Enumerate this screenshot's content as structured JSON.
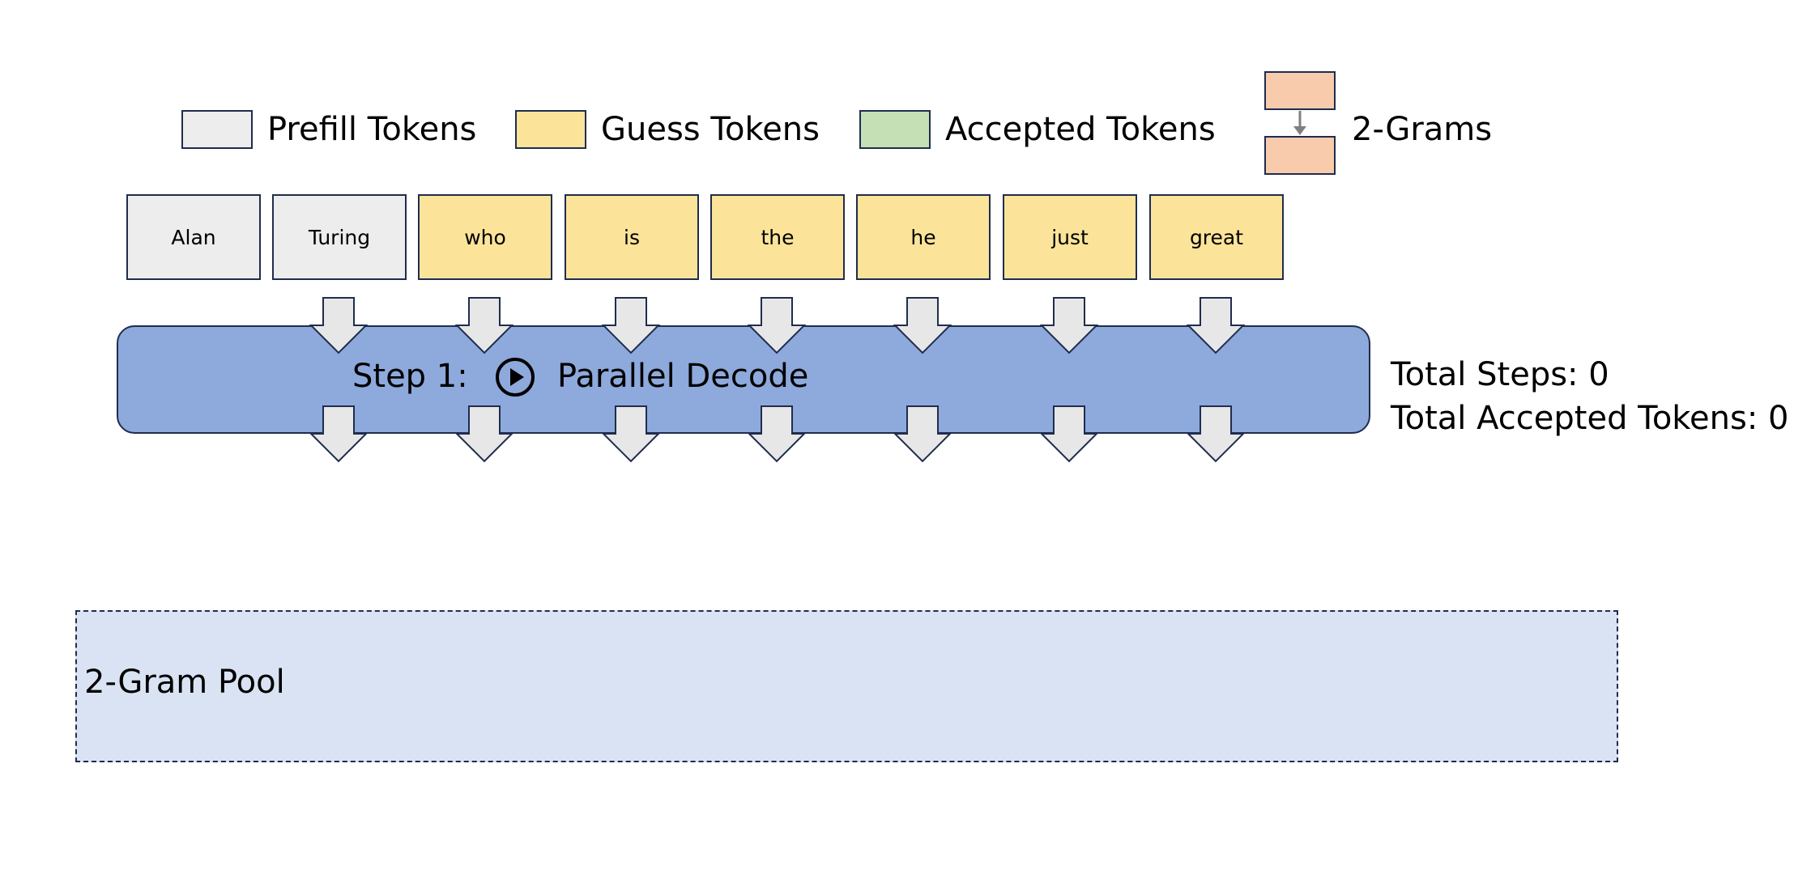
{
  "legend": {
    "prefill_label": "Prefill Tokens",
    "guess_label": "Guess Tokens",
    "accepted_label": "Accepted Tokens",
    "twogram_label": "2-Grams"
  },
  "colors": {
    "prefill": "#ededed",
    "guess": "#fbe49a",
    "accepted": "#c5e0b4",
    "twogram": "#f8cbad",
    "step_bar": "#8ea9db",
    "pool": "#dae3f3",
    "border": "#1f2d4d",
    "arrow_fill": "#e7e7e7"
  },
  "tokens": [
    {
      "text": "Alan",
      "kind": "prefill"
    },
    {
      "text": "Turing",
      "kind": "prefill"
    },
    {
      "text": "who",
      "kind": "guess"
    },
    {
      "text": "is",
      "kind": "guess"
    },
    {
      "text": "the",
      "kind": "guess"
    },
    {
      "text": "he",
      "kind": "guess"
    },
    {
      "text": "just",
      "kind": "guess"
    },
    {
      "text": "great",
      "kind": "guess"
    }
  ],
  "step": {
    "label": "Step 1:",
    "action": "Parallel Decode",
    "icon": "play-circle-icon"
  },
  "stats": {
    "total_steps": "Total Steps: 0",
    "total_accepted": "Total Accepted Tokens: 0"
  },
  "pool": {
    "label": "2-Gram Pool"
  }
}
